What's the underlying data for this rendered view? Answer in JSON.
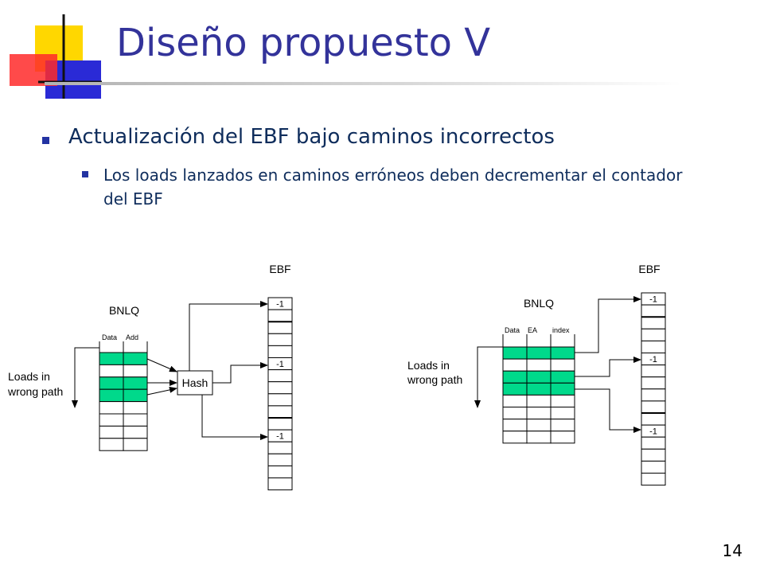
{
  "slide": {
    "title": "Diseño propuesto V",
    "bullets": [
      {
        "level": 1,
        "text": "Actualización del EBF bajo caminos incorrectos"
      },
      {
        "level": 2,
        "text": "Los loads lanzados en caminos erróneos deben decrementar el contador del EBF"
      }
    ],
    "page_number": "14"
  },
  "colors": {
    "title": "#33339a",
    "text": "#0f2d5c",
    "bullet": "#2333a2",
    "highlight": "#00d98b",
    "logo_yellow": "#ffd700",
    "logo_blue": "#2a2ad6",
    "logo_red": "#ff2a2a"
  },
  "diagrams": {
    "left": {
      "ebf_label": "EBF",
      "bnlq_label": "BNLQ",
      "col_headers": [
        "Data",
        "Add"
      ],
      "loads_label": [
        "Loads in",
        "wrong path"
      ],
      "hash_label": "Hash",
      "ebf_value": "-1",
      "highlight_rows": [
        0,
        2,
        3
      ]
    },
    "right": {
      "ebf_label": "EBF",
      "bnlq_label": "BNLQ",
      "col_headers": [
        "Data",
        "EA",
        "index"
      ],
      "loads_label": [
        "Loads in",
        "wrong path"
      ],
      "ebf_value": "-1",
      "highlight_rows": [
        0,
        2,
        3
      ]
    }
  }
}
